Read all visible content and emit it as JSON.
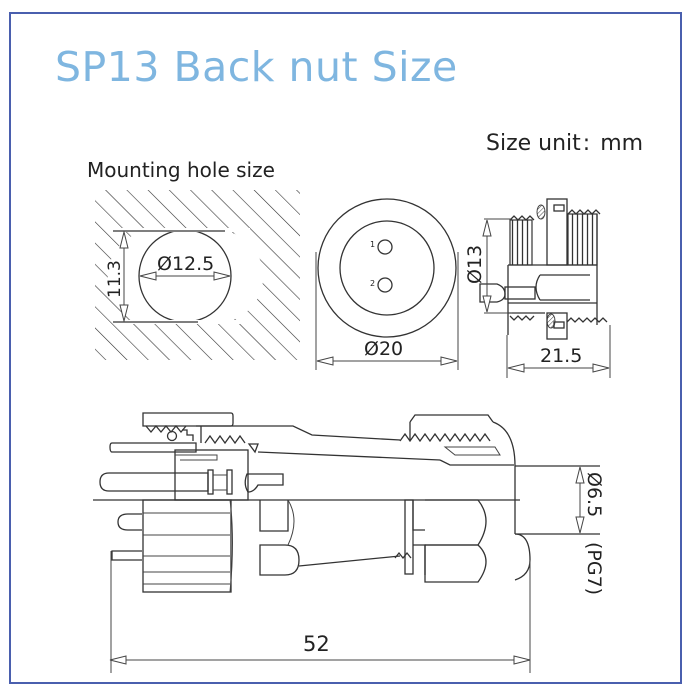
{
  "page": {
    "title": "SP13 Back nut Size",
    "size_unit_label": "Size unit",
    "size_unit_sep": ":",
    "size_unit_value": "mm",
    "frame_color": "#4a5fae",
    "title_color": "#7fb6e0"
  },
  "mounting_hole": {
    "label": "Mounting hole size",
    "diameter": "Ø12.5",
    "flat_height": "11.3"
  },
  "front_view": {
    "outer_diameter": "Ø20",
    "pins": [
      {
        "number": "1"
      },
      {
        "number": "2"
      }
    ]
  },
  "side_view": {
    "thread_diameter": "Ø13",
    "length": "21.5"
  },
  "assembly_view": {
    "total_length": "52",
    "cable_diameter": "Ø6.5",
    "gland_thread": "(PG7)"
  }
}
